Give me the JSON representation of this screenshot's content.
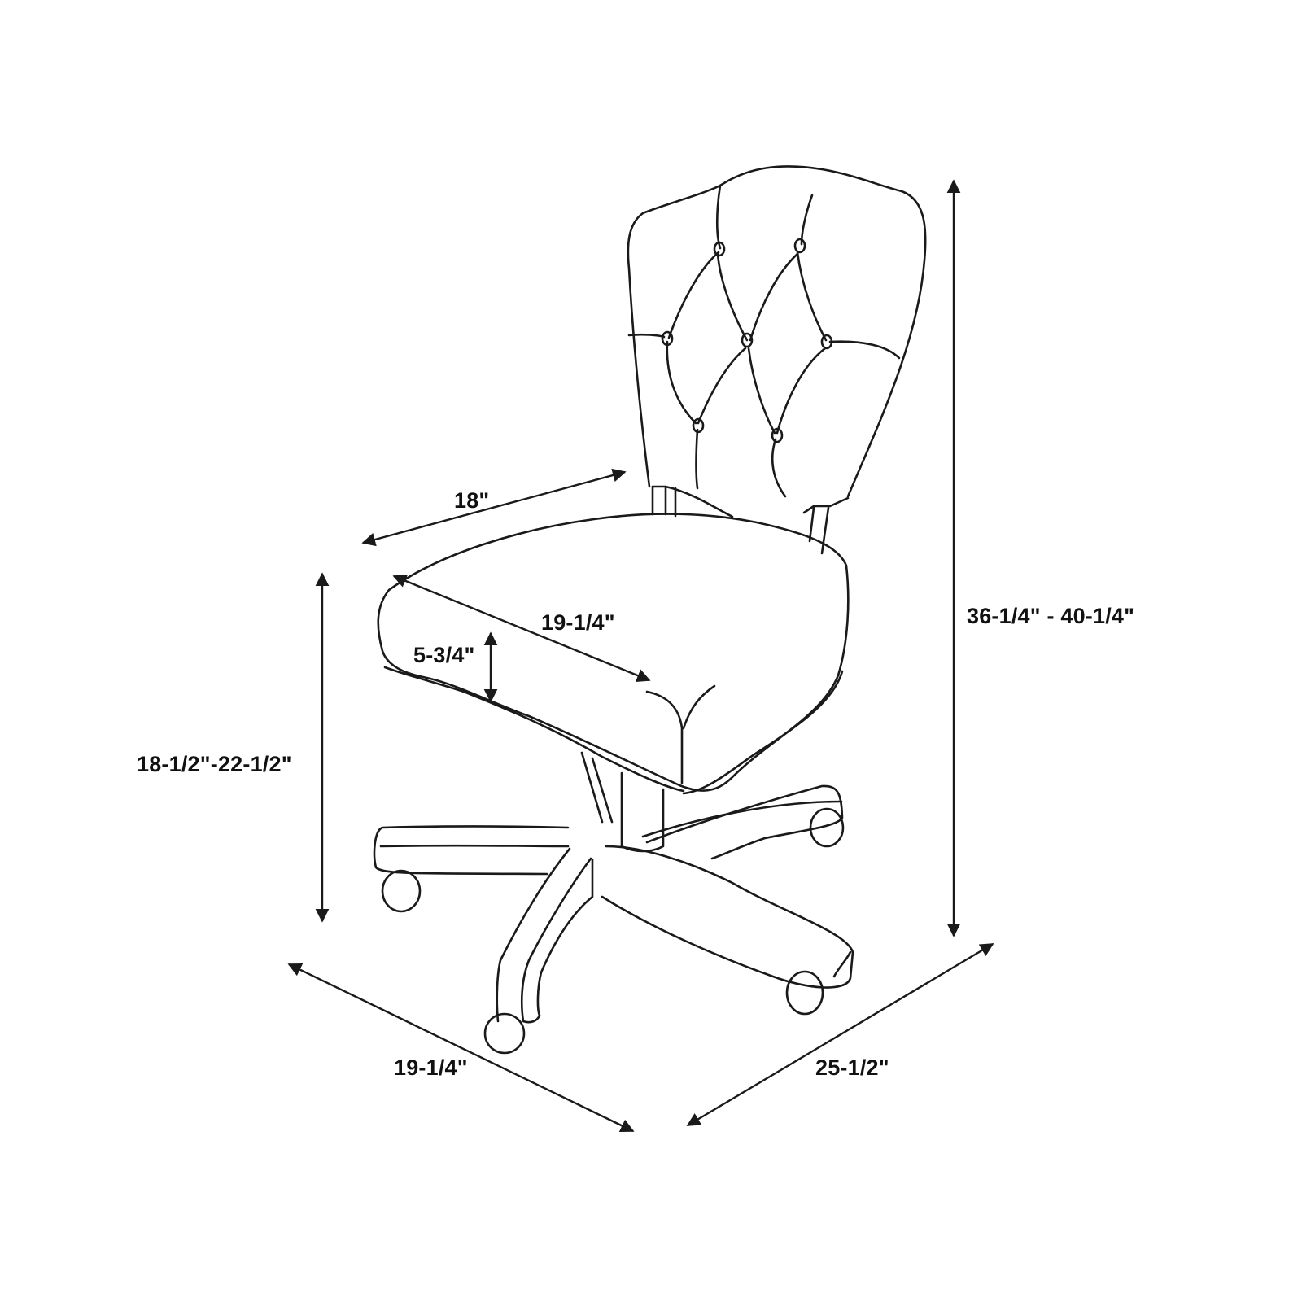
{
  "diagram": {
    "subject": "Tufted armless swivel office chair on 5-star caster base",
    "line_color": "#1a1a1a",
    "background": "#ffffff",
    "dimensions": {
      "seat_width": "18\"",
      "seat_depth": "19-1/4\"",
      "seat_cushion_thickness": "5-3/4\"",
      "seat_height": "18-1/2\"-22-1/2\"",
      "overall_height": "36-1/4\" - 40-1/4\"",
      "base_depth": "19-1/4\"",
      "base_width": "25-1/2\""
    }
  }
}
